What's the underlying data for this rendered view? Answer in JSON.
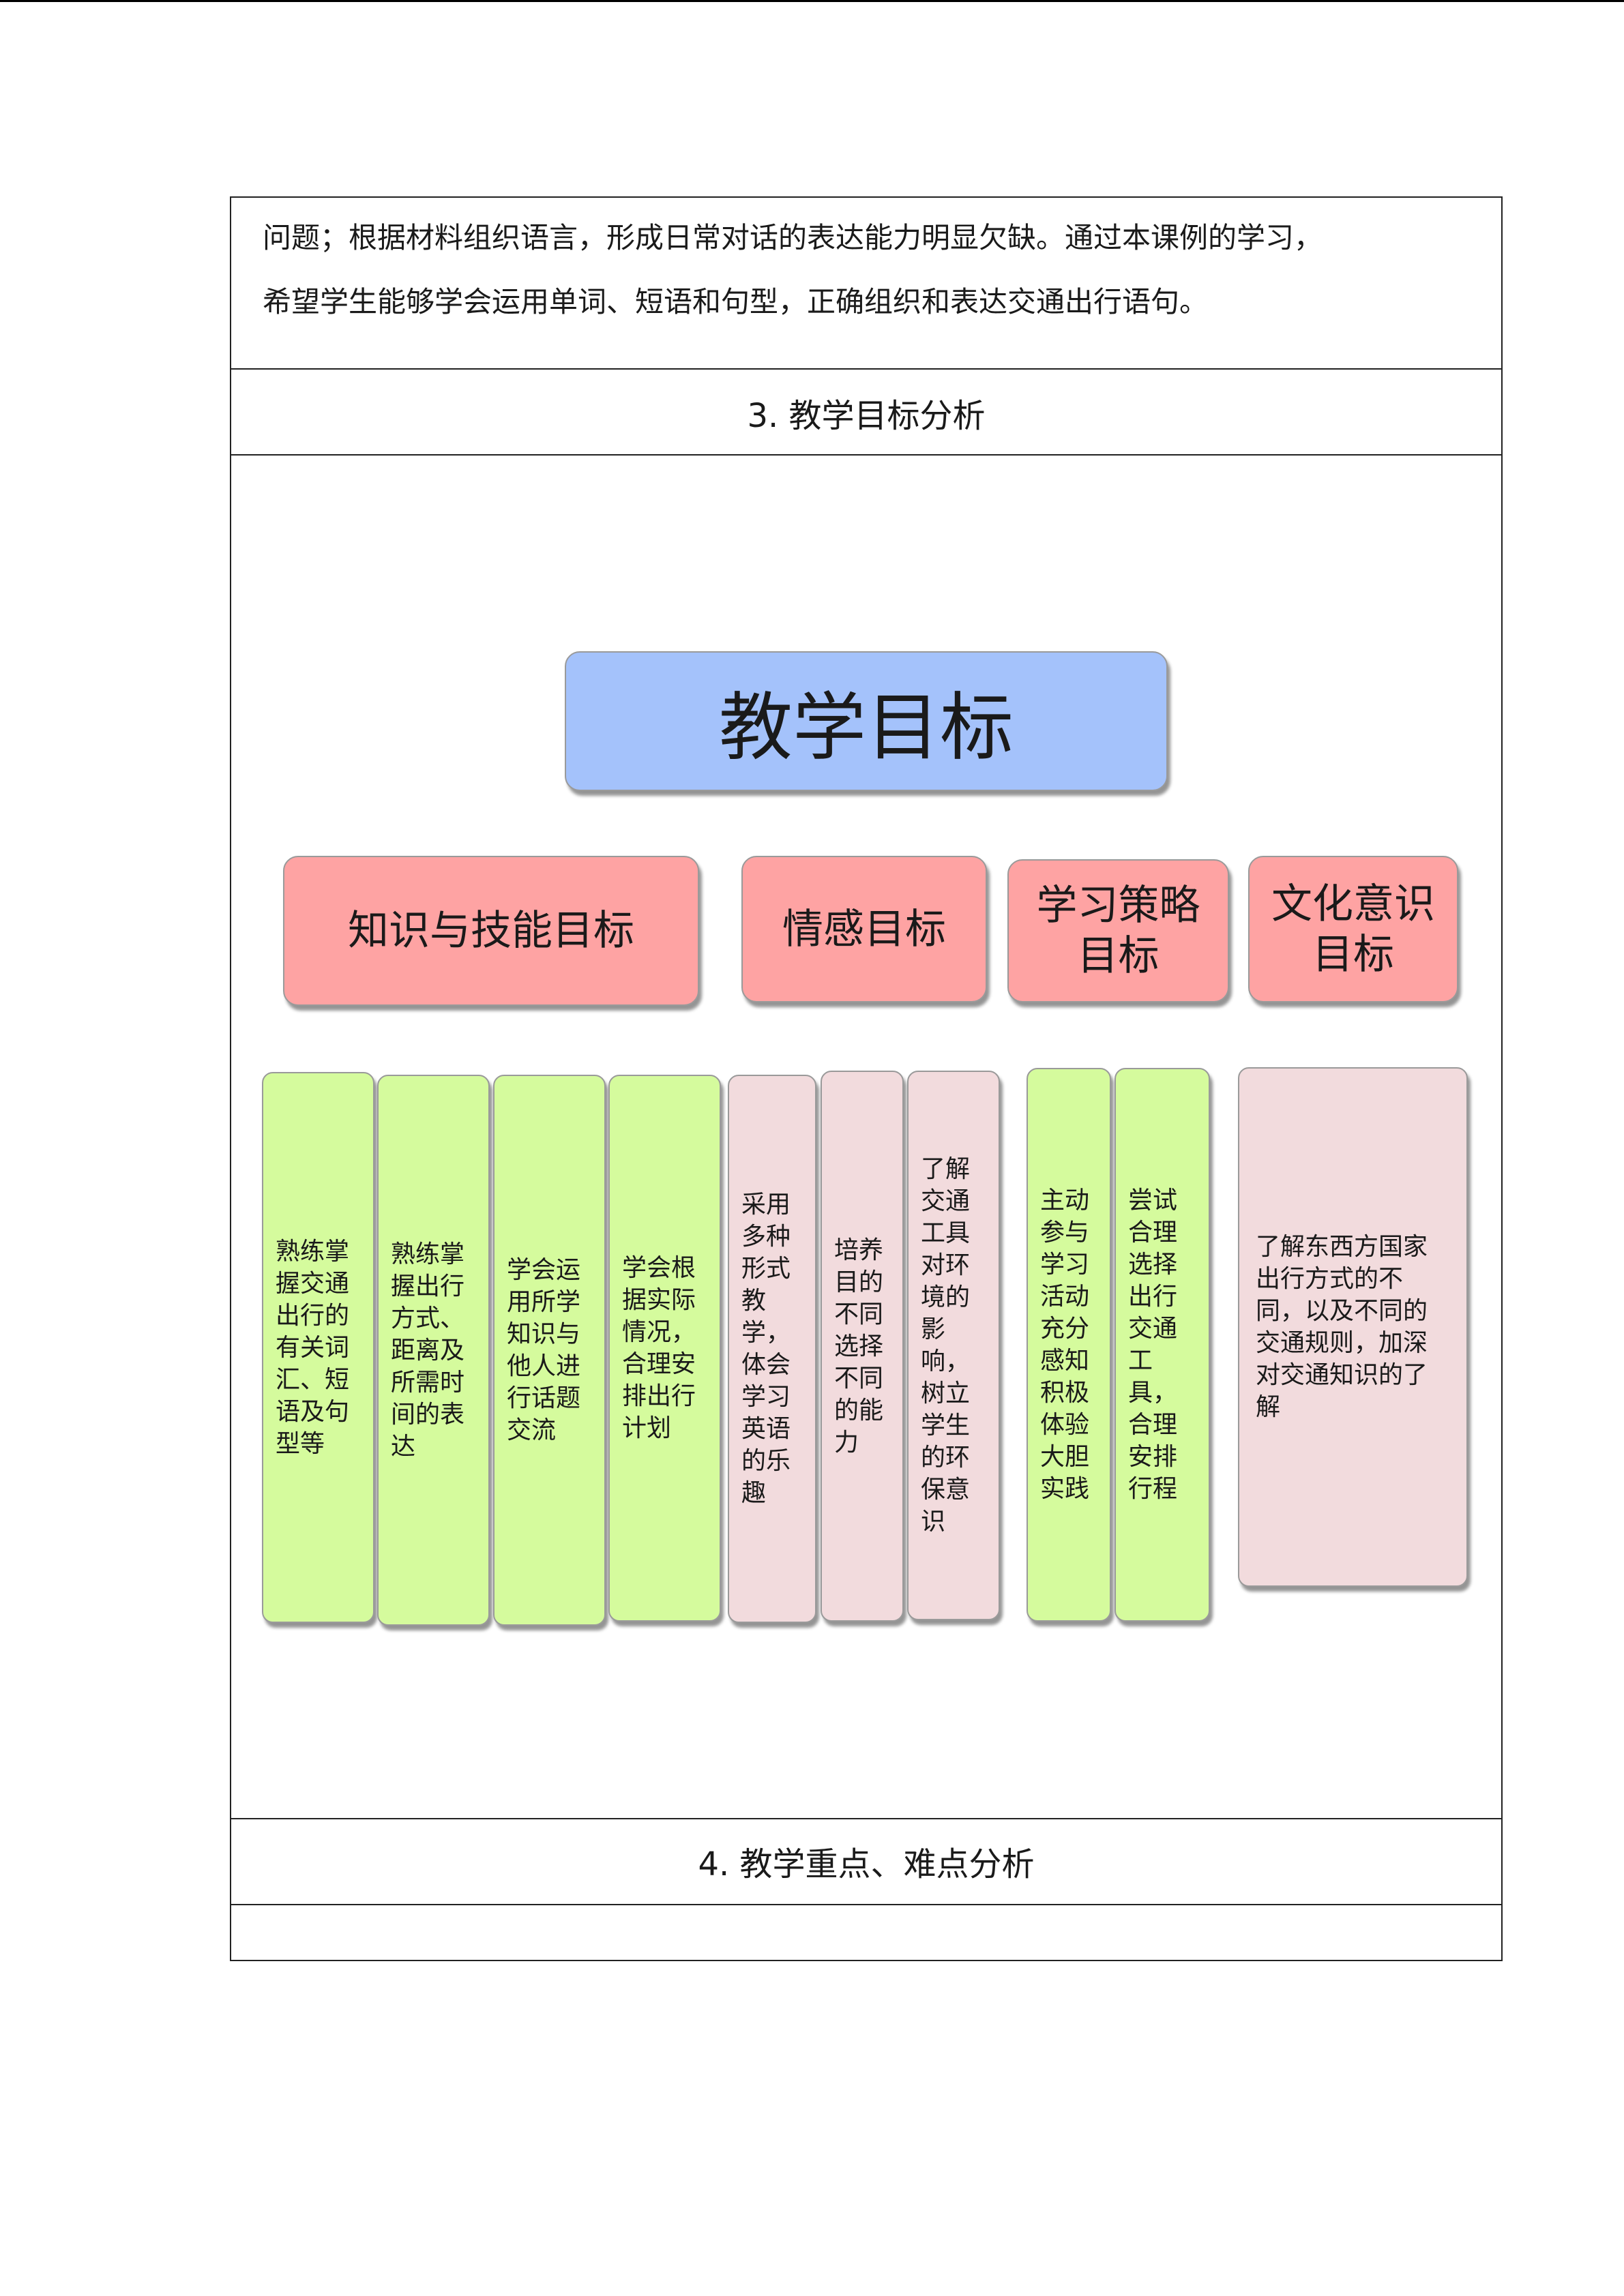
{
  "intro_text": {
    "line1": "问题；根据材料组织语言，形成日常对话的表达能力明显欠缺。通过本课例的学习，",
    "line2": "希望学生能够学会运用单词、短语和句型，正确组织和表达交通出行语句。"
  },
  "section3_title": "3. 教学目标分析",
  "section4_title": "4. 教学重点、难点分析",
  "diagram": {
    "root": "教学目标",
    "categories": [
      {
        "label": "知识与技能目标"
      },
      {
        "label": "情感目标"
      },
      {
        "label_line1": "学习策略",
        "label_line2": "目标"
      },
      {
        "label_line1": "文化意识",
        "label_line2": "目标"
      }
    ],
    "colors": {
      "root": "#a4c2fb",
      "category": "#fea3a3",
      "knowledge": "#d5fb9d",
      "other": "#f2dbdd"
    },
    "details": [
      "熟练掌握交通出行的有关词汇、短语及句型等",
      "熟练掌握出行方式、距离及所需时间的表达",
      "学会运用所学知识与他人进行话题交流",
      "学会根据实际情况，合理安排出行计划",
      "采用多种形式教学，体会学习英语的乐趣",
      "培养目的不同选择不同的能力",
      "了解交通工具对环境的影响，树立学生的环保意识",
      "主动参与学习活动充分感知积极体验 大胆实践",
      "尝试合理选择出行交通工具， 合理安排行程",
      "了解东西方国家出行方式的不同，以及不同的交通规则，加深对交通知识的了解"
    ]
  }
}
